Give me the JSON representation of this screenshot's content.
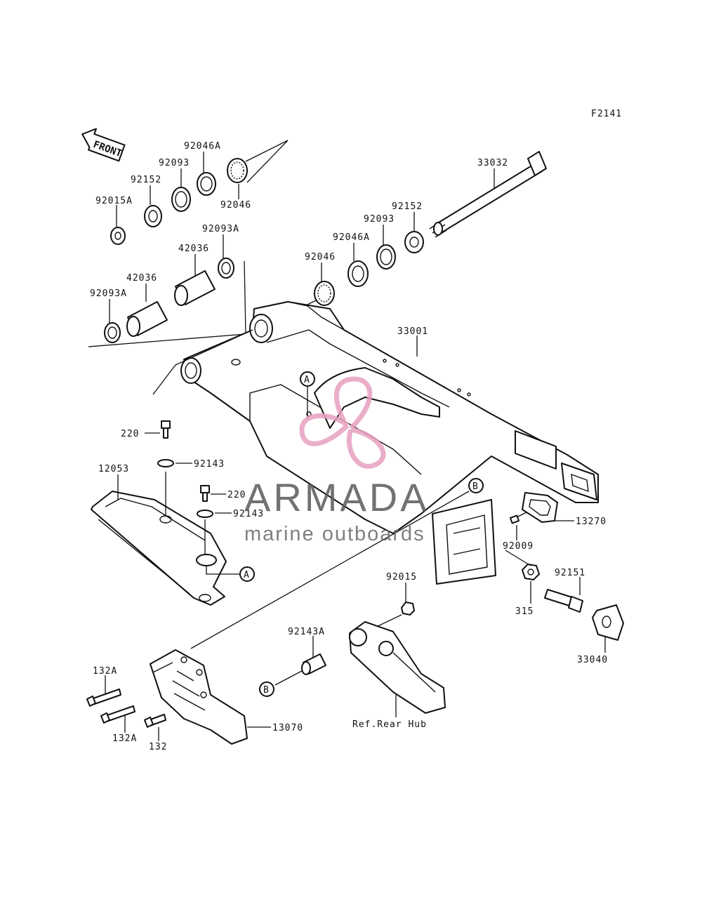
{
  "figure_code": "F2141",
  "front_label": "FRONT",
  "callouts": {
    "a": "A",
    "b": "B"
  },
  "watermark": {
    "brand": "ARMADA",
    "tagline": "marine outboards",
    "colors": {
      "logo_pink": "#e8a0c0",
      "text_gray": "#5a5a5a"
    }
  },
  "parts": {
    "p33032": "33032",
    "p92046A_top": "92046A",
    "p92093_top": "92093",
    "p92152_top": "92152",
    "p92015A": "92015A",
    "p92046_top": "92046",
    "p92093A_top": "92093A",
    "p42036_top": "42036",
    "p42036_mid": "42036",
    "p92093A_left": "92093A",
    "p92152_right": "92152",
    "p92093_right": "92093",
    "p92046A_right": "92046A",
    "p92046_right": "92046",
    "p33001": "33001",
    "p220_a": "220",
    "p92143_a": "92143",
    "p12053": "12053",
    "p220_b": "220",
    "p92143_b": "92143",
    "p13270": "13270",
    "p92009": "92009",
    "p92151": "92151",
    "p315": "315",
    "p33040": "33040",
    "p92015": "92015",
    "p92143A": "92143A",
    "p132A_a": "132A",
    "p132A_b": "132A",
    "p132": "132",
    "p13070": "13070",
    "ref_rear_hub": "Ref.Rear Hub"
  }
}
